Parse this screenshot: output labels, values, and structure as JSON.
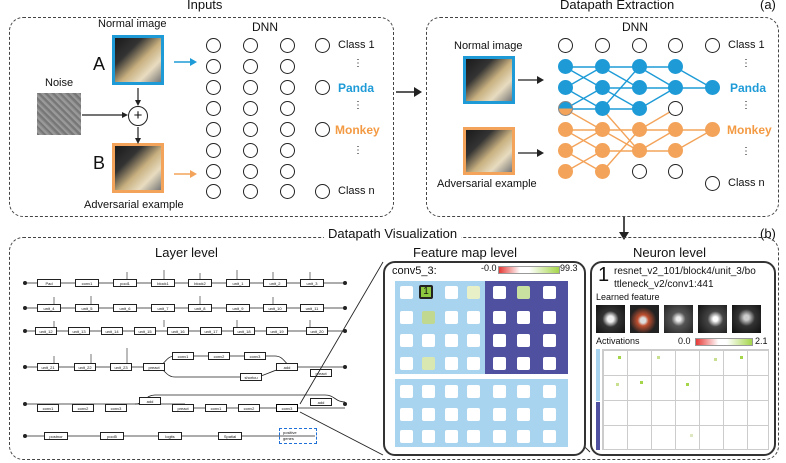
{
  "inputs": {
    "title": "Inputs",
    "normal_image_label": "Normal image",
    "letter_a": "A",
    "letter_b": "B",
    "noise_label": "Noise",
    "plus": "+",
    "adversarial_label": "Adversarial example",
    "dnn_label": "DNN",
    "class_1": "Class 1",
    "panda": "Panda",
    "monkey": "Monkey",
    "class_n": "Class n",
    "dots": "⋮"
  },
  "extraction": {
    "title": "Datapath Extraction",
    "tag": "(a)",
    "normal_image_label": "Normal image",
    "adversarial_label": "Adversarial example",
    "dnn_label": "DNN",
    "class_1": "Class 1",
    "panda": "Panda",
    "monkey": "Monkey",
    "class_n": "Class n",
    "dots": "⋮"
  },
  "visualization": {
    "title": "Datapath Visualization",
    "tag": "(b)",
    "layer_level": {
      "title": "Layer level",
      "rows": [
        [
          "Pad",
          "conv1",
          "pool1",
          "block1",
          "block2",
          "unit_1",
          "unit_2",
          "unit_3"
        ],
        [
          "unit_4",
          "unit_5",
          "unit_6",
          "unit_7",
          "unit_8",
          "unit_9",
          "unit_10",
          "unit_11"
        ],
        [
          "unit_12",
          "unit_13",
          "unit_14",
          "unit_15",
          "unit_16",
          "unit_17",
          "unit_18",
          "unit_19",
          "unit_20"
        ],
        [
          "unit_21",
          "unit_22",
          "unit_23",
          "preact",
          "conv1",
          "conv2",
          "conv3",
          "add",
          "preact"
        ],
        [
          "conv1",
          "conv2",
          "conv3",
          "add",
          "preact",
          "conv1",
          "conv2",
          "conv3",
          "add"
        ],
        [
          "postnor",
          "pool5",
          "logits",
          "Spatial"
        ]
      ],
      "shortcut_label": "shortcu",
      "legend_1": "positive",
      "legend_2": "genes"
    },
    "feature_map_level": {
      "title": "Feature map level",
      "layer_name": "conv5_3:",
      "scale_min": "-0.0",
      "scale_max": "99.3",
      "selected_index": "1"
    },
    "neuron_level": {
      "title": "Neuron level",
      "index": "1",
      "neuron_path_line1": "resnet_v2_101/block4/unit_3/bo",
      "neuron_path_line2": "ttleneck_v2/conv1:441",
      "learned_feature_label": "Learned feature",
      "activations_label": "Activations",
      "scale_min": "0.0",
      "scale_max": "2.1"
    }
  },
  "colors": {
    "normal_blue": "#1e9bd7",
    "adversarial_orange": "#f3a35a",
    "feature_map_dark": "#5050a0",
    "feature_map_light": "#a8d4f0"
  }
}
